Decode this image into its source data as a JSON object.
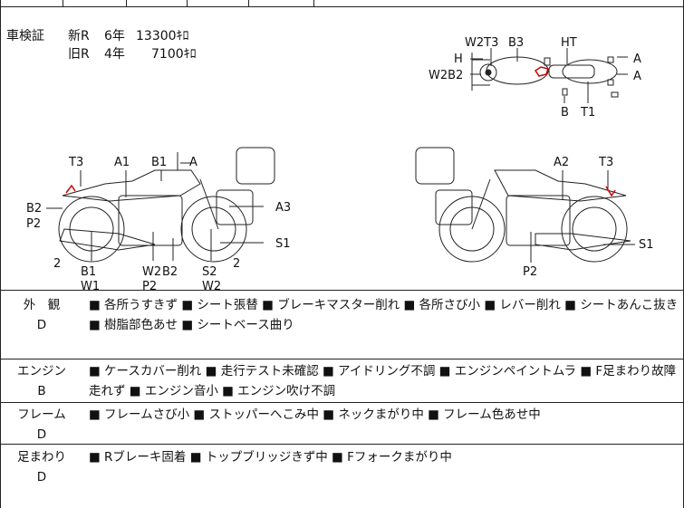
{
  "inspection": {
    "label": "車検証",
    "new_r": {
      "label": "新R",
      "years": "6年",
      "value": "13300ｷﾛ"
    },
    "old_r": {
      "label": "旧R",
      "years": "4年",
      "value": "7100ｷﾛ"
    }
  },
  "diagram_labels": {
    "top_view": [
      "W2T3",
      "B3",
      "HT",
      "H",
      "W2B2",
      "A",
      "A",
      "B",
      "T1"
    ],
    "left_view": [
      "T3",
      "A1",
      "B1",
      "A",
      "B2",
      "P2",
      "A3",
      "S1",
      "2",
      "2",
      "B1",
      "W1",
      "W2",
      "B2",
      "P2",
      "S2",
      "W2"
    ],
    "right_view": [
      "A2",
      "T3",
      "S1",
      "P2"
    ]
  },
  "conditions": [
    {
      "label": "外　観",
      "grade": "D",
      "notes": "■ 各所うすきず ■ シート張替 ■ ブレーキマスター削れ ■ 各所さび小 ■ レバー削れ ■ シートあんこ抜き ■ 樹脂部色あせ ■ シートベース曲り"
    },
    {
      "label": "エンジン",
      "grade": "B",
      "notes": "■ ケースカバー削れ ■ 走行テスト未確認 ■ アイドリング不調 ■ エンジンペイントムラ ■ F足まわり故障走れず ■ エンジン音小 ■ エンジン吹け不調"
    },
    {
      "label": "フレーム",
      "grade": "D",
      "notes": "■ フレームさび小 ■ ストッパーへこみ中 ■ ネックまがり中 ■ フレーム色あせ中"
    },
    {
      "label": "足まわり",
      "grade": "D",
      "notes": "■ Rブレーキ固着 ■ トップブリッジきず中 ■ Fフォークまがり中"
    }
  ]
}
